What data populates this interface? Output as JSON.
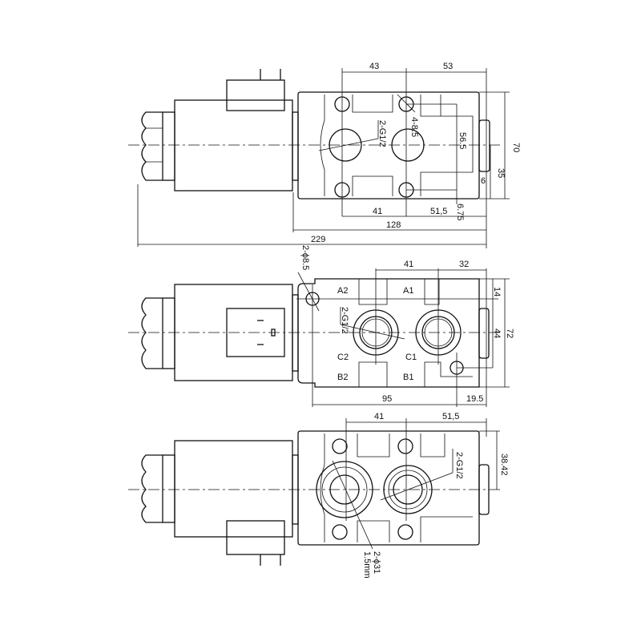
{
  "view_top": {
    "dims": {
      "d43": "43",
      "d53": "53",
      "d70": "70",
      "d35": "35",
      "d6": "6",
      "d56_5": "56.5",
      "d41": "41",
      "d51_5": "51,5",
      "d6_75": "6.75",
      "d128": "128",
      "d229": "229"
    },
    "callouts": {
      "ports": "2-G1/2",
      "holes": "4-8.5"
    }
  },
  "view_middle": {
    "ports": {
      "a2": "A2",
      "a1": "A1",
      "c2": "C2",
      "c1": "C1",
      "b2": "B2",
      "b1": "B1"
    },
    "dims": {
      "d41": "41",
      "d32": "32",
      "d14": "14",
      "d44": "44",
      "d72": "72",
      "d95": "95",
      "d19_5": "19.5"
    },
    "callouts": {
      "holes": "2-ϕ8.5",
      "ports": "2-G1/2"
    }
  },
  "view_bottom": {
    "dims": {
      "d41": "41",
      "d51_5": "51,5",
      "d38_42": "38.42"
    },
    "callouts": {
      "ports": "2-G1/2",
      "seal": "2-ϕ31",
      "depth": "1.5mm"
    }
  }
}
